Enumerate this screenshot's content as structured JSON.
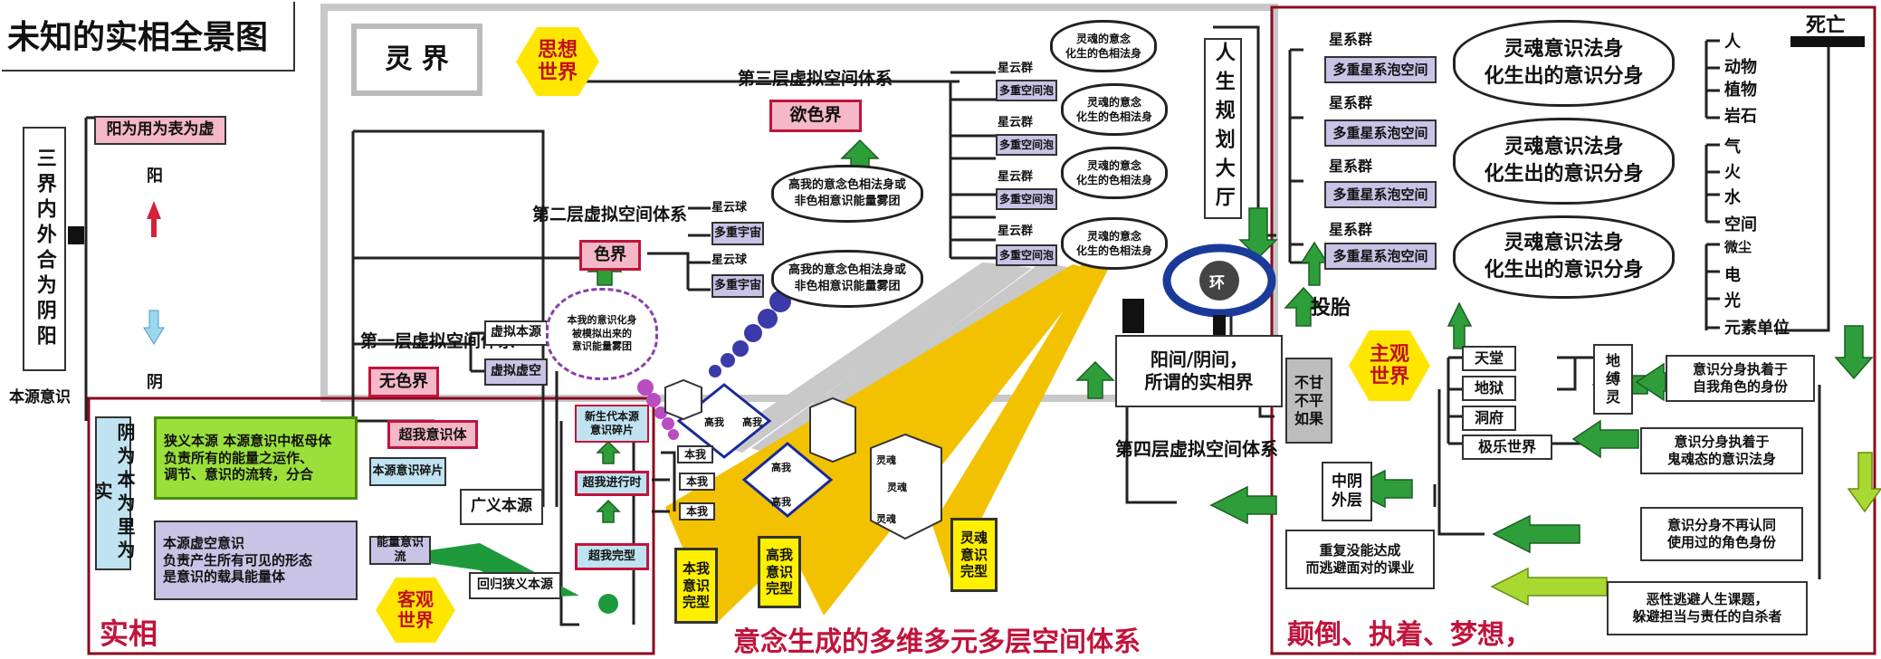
{
  "title": "未知的实相全景图",
  "spirit_realm": "灵 界",
  "thought_world": "思想\n世界",
  "objective_world": "客观\n世界",
  "subjective_world": "主观\n世界",
  "left_column": {
    "vertical": "三界内外合为阴阳",
    "yang": "阳",
    "yin": "阴",
    "yang_box": "阳为用为表为虚",
    "source": "本源意识"
  },
  "bottom_left": {
    "vertical": "阴为本为里为实",
    "narrow_source": "狭义本源  本源意识中枢母体\n负责所有的能量之运作、\n调节、意识的流转，分合",
    "void_consciousness": "本源虚空意识\n负责产生所有可见的形态\n是意识的载具能量体",
    "energy_flow": "能量意识流",
    "fragment": "本源意识碎片",
    "broad_source": "广义本源",
    "super_self": "超我意识体",
    "return": "回归狭义本源",
    "reality": "实相"
  },
  "layers": {
    "first": "第一层虚拟空间体系",
    "second": "第二层虚拟空间体系",
    "third": "第三层虚拟空间体系",
    "fourth": "第四层虚拟空间体系",
    "formless": "无色界",
    "form": "色界",
    "desire": "欲色界",
    "virtual_source": "虚拟本源",
    "virtual_void": "虚拟虚空"
  },
  "clouds": {
    "self_cloud": "本我的意识化身\n被模拟出来的\n意识能量雾团",
    "high_self_1": "高我的意念色相法身或\n非色相意识能量雾团",
    "high_self_2": "高我的意念色相法身或\n非色相意识能量雾团",
    "soul_small": "灵魂的意念\n化生的色相法身",
    "soul_big": "灵魂意识法身\n化生出的意识分身"
  },
  "second_items": [
    "星云球",
    "多重宇宙",
    "星云球",
    "多重宇宙"
  ],
  "third_items": [
    "星云群",
    "多重空间泡",
    "星云群",
    "多重空间泡",
    "星云群",
    "多重空间泡",
    "星云群",
    "多重空间泡"
  ],
  "right_items": [
    "星系群",
    "多重星系泡空间",
    "星系群",
    "多重星系泡空间",
    "星系群",
    "多重星系泡空间",
    "星系群",
    "多重星系泡空间"
  ],
  "life_hall": "人生规划大厅",
  "ring": "环",
  "reincarnate": "投胎",
  "yang_yin": "阳间/阴间，\n所谓的实相界",
  "center": {
    "new_gen": "新生代本源\n意识碎片",
    "super_progress": "超我进行时",
    "super_complete": "超我完型",
    "self_label": "本我",
    "high_self": "高我",
    "soul": "灵魂",
    "self_complete": "本我\n意识\n完型",
    "high_complete": "高我\n意识\n完型",
    "soul_complete": "灵魂\n意识\n完型"
  },
  "caption_center": "意念生成的多维多元多层空间体系",
  "caption_right": "颠倒、执着、梦想，",
  "right_panel": {
    "death": "死亡",
    "list1": [
      "人",
      "动物",
      "植物",
      "岩石"
    ],
    "list2": [
      "气",
      "火",
      "水",
      "空间"
    ],
    "list3": [
      "微尘",
      "电",
      "光",
      "元素单位"
    ],
    "realms": [
      "天堂",
      "地狱",
      "洞府",
      "极乐世界"
    ],
    "earthbound": "地\n缚\n灵",
    "attach1": "意识分身执着于\n自我角色的身份",
    "attach2": "意识分身执着于\n鬼魂态的意识法身",
    "attach3": "意识分身不再认同\n使用过的角色身份",
    "suicide": "恶性逃避人生课题，\n躲避担当与责任的自杀者",
    "unwilling": "不甘\n不平\n如果",
    "middle_yin": "中阴\n外层",
    "repeat": "重复没能达成\n而逃避面对的课业"
  },
  "colors": {
    "frame_red": "#8b0a1e",
    "frame_grey": "#c8c8c8",
    "caption_red": "#c0143c",
    "arrow_green": "#2e9e3a",
    "beam_yellow": "#f2c200",
    "beam_grey": "#c9c9c9"
  }
}
